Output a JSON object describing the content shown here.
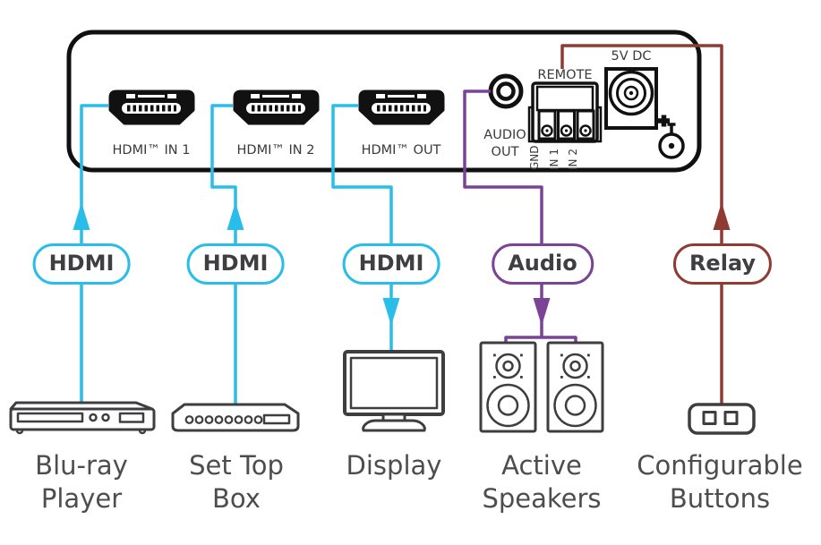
{
  "colors": {
    "hdmi_cable": "#29BEE9",
    "audio_cable": "#7B4397",
    "relay_cable": "#8E3B33",
    "panel_outline": "#101010",
    "device_outline": "#3E3E41",
    "device_label_text": "#4D4D4F",
    "panel_label_text": "#3A3A3C"
  },
  "panel": {
    "hdmi_ports": [
      {
        "label": "HDMI™ IN 1"
      },
      {
        "label": "HDMI™ IN 2"
      },
      {
        "label": "HDMI™ OUT"
      }
    ],
    "audio_out": {
      "label": "AUDIO\nOUT"
    },
    "remote": {
      "label": "REMOTE",
      "terminals": [
        "GND",
        "IN 1",
        "IN 2"
      ]
    },
    "power": {
      "label": "5V DC"
    }
  },
  "cables": [
    {
      "id": "hdmi-in1-cable",
      "label": "HDMI",
      "type": "hdmi",
      "direction": "up"
    },
    {
      "id": "hdmi-in2-cable",
      "label": "HDMI",
      "type": "hdmi",
      "direction": "up"
    },
    {
      "id": "hdmi-out-cable",
      "label": "HDMI",
      "type": "hdmi",
      "direction": "down"
    },
    {
      "id": "audio-cable",
      "label": "Audio",
      "type": "audio",
      "direction": "down"
    },
    {
      "id": "relay-cable",
      "label": "Relay",
      "type": "relay",
      "direction": "up"
    }
  ],
  "devices": [
    {
      "id": "blu-ray-player",
      "label": "Blu-ray\nPlayer"
    },
    {
      "id": "set-top-box",
      "label": "Set Top\nBox"
    },
    {
      "id": "display",
      "label": "Display"
    },
    {
      "id": "active-speakers",
      "label": "Active\nSpeakers"
    },
    {
      "id": "configurable-buttons",
      "label": "Configurable\nButtons"
    }
  ]
}
